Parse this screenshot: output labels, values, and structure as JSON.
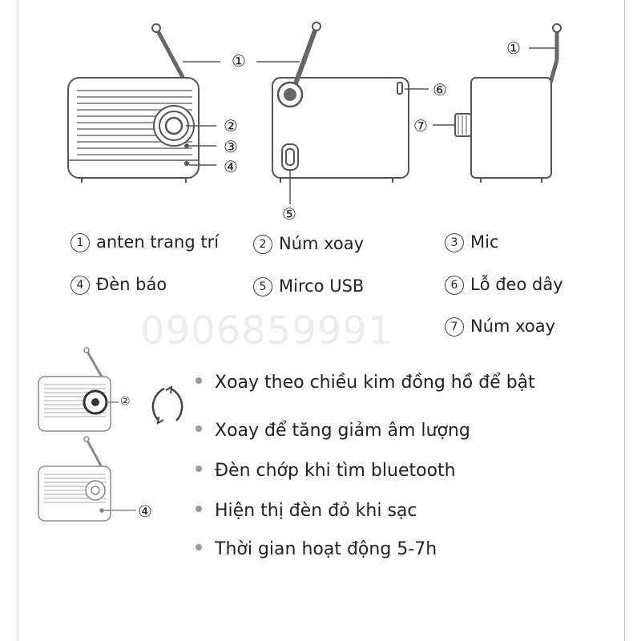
{
  "callouts": {
    "c1": "①",
    "c2": "②",
    "c3": "③",
    "c4": "④",
    "c5": "⑤",
    "c6": "⑥",
    "c7": "⑦"
  },
  "legend": [
    {
      "num": "1",
      "label": "anten trang trí"
    },
    {
      "num": "2",
      "label": "Núm xoay"
    },
    {
      "num": "3",
      "label": "Mic"
    },
    {
      "num": "4",
      "label": "Đèn báo"
    },
    {
      "num": "5",
      "label": "Mirco USB"
    },
    {
      "num": "6",
      "label": "Lỗ đeo dây"
    },
    {
      "num": "7",
      "label": "Núm xoay"
    }
  ],
  "watermark": "0906859991",
  "bullets": [
    "Xoay theo chiều kim đồng hồ để bật",
    "Xoay để tăng giảm âm lượng",
    "Đèn chớp khi tìm bluetooth",
    "Hiện thị đèn đỏ khi sạc",
    "Thời gian hoạt động 5-7h"
  ],
  "colors": {
    "line": "#555555",
    "bullet_dot": "#999999",
    "watermark": "#ececec"
  }
}
